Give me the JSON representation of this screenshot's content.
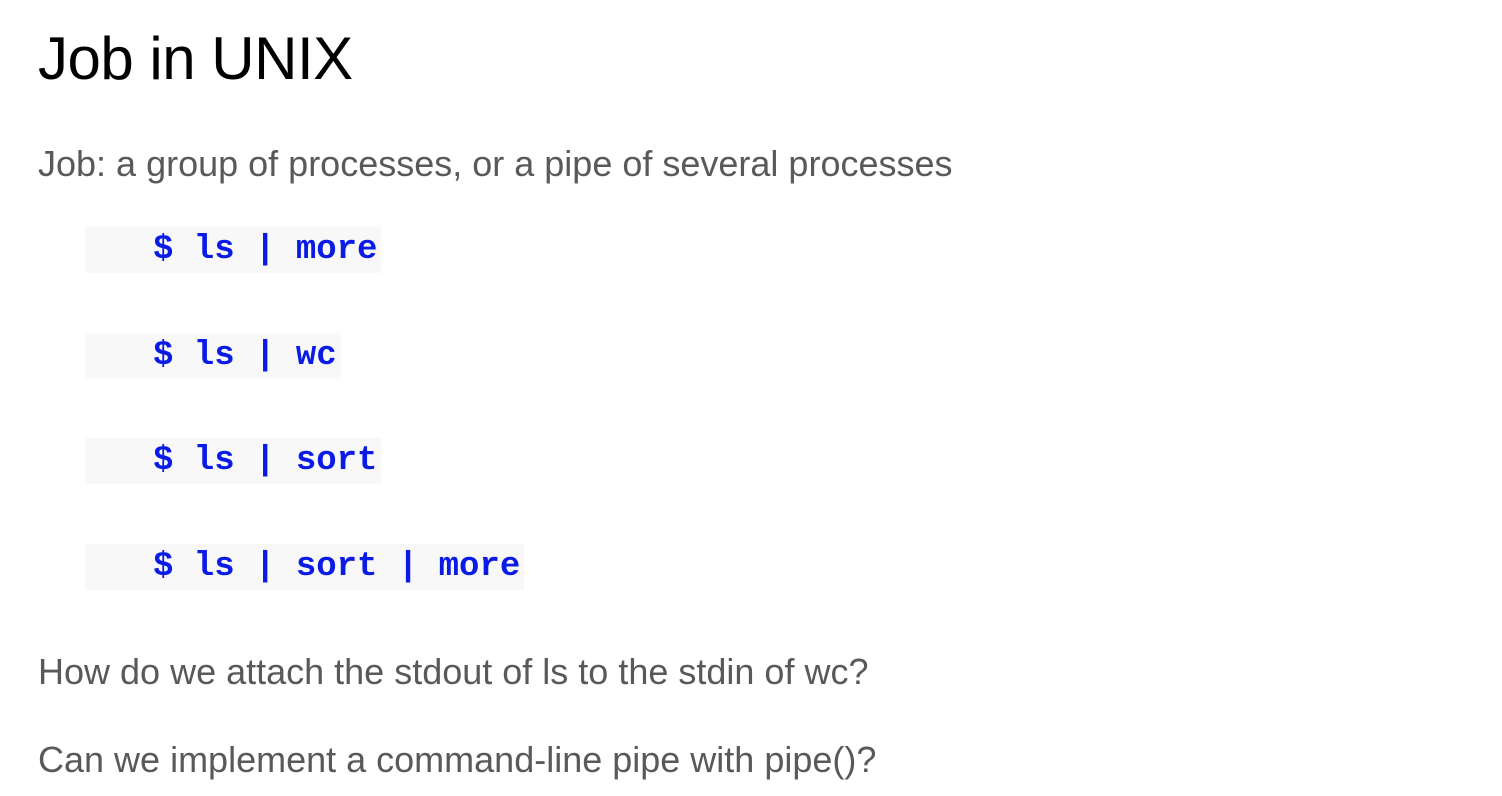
{
  "slide": {
    "title": "Job in UNIX",
    "intro": "Job: a group of processes, or a pipe of several processes",
    "code_lines": [
      "$ ls | more",
      "$ ls | wc",
      "$ ls | sort",
      "$ ls | sort | more"
    ],
    "questions": [
      "How do we attach the stdout of ls to the stdin of wc?",
      "Can we implement a command-line pipe with pipe()?"
    ]
  },
  "colors": {
    "title": "#000000",
    "body_text": "#595959",
    "code_text": "#0a1be6",
    "code_background": "#f8f8f8"
  }
}
